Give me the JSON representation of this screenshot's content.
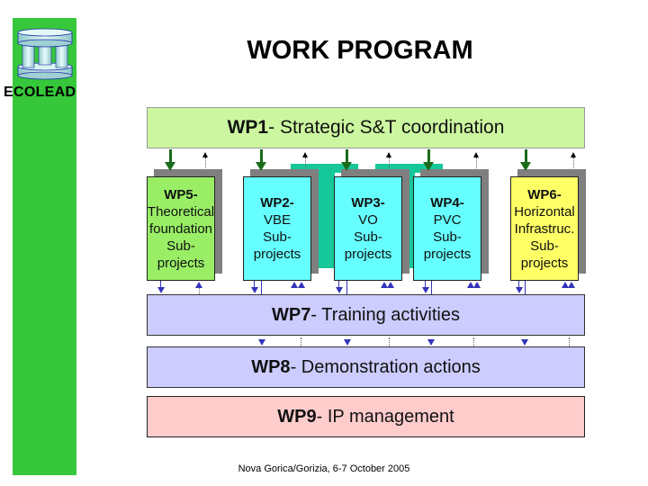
{
  "header": {
    "title": "WORK PROGRAM",
    "logo_text": "ECOLEAD",
    "logo_icon": "column-temple-icon"
  },
  "colors": {
    "sidebar": "#36c83a",
    "wp1": "#ccf7a0",
    "wp5": "#99ee66",
    "wp2_wp3_wp4": "#66ffff",
    "wp6": "#ffff66",
    "wp7_wp8": "#ccccff",
    "wp9": "#ffcccc",
    "connector": "#16c79a",
    "down_arrow": "#1a6b1a",
    "flow_arrow": "#3333bb"
  },
  "diagram": {
    "wp1": {
      "id": "WP1",
      "label": "- Strategic S&T coordination"
    },
    "subprojects": [
      {
        "id": "WP5-",
        "lines": [
          "Theoretical",
          "foundation",
          "Sub-",
          "projects"
        ]
      },
      {
        "id": "WP2-",
        "lines": [
          "VBE",
          "Sub-",
          "projects"
        ]
      },
      {
        "id": "WP3-",
        "lines": [
          "VO",
          "Sub-",
          "projects"
        ]
      },
      {
        "id": "WP4-",
        "lines": [
          "PVC",
          "Sub-",
          "projects"
        ]
      },
      {
        "id": "WP6-",
        "lines": [
          "Horizontal",
          "Infrastruc.",
          "Sub-",
          "projects"
        ]
      }
    ],
    "wp7": {
      "id": "WP7",
      "label": "- Training activities"
    },
    "wp8": {
      "id": "WP8",
      "label": "- Demonstration actions"
    },
    "wp9": {
      "id": "WP9",
      "label": "- IP management"
    }
  },
  "footer": {
    "text": "Nova Gorica/Gorizia, 6-7 October 2005"
  }
}
